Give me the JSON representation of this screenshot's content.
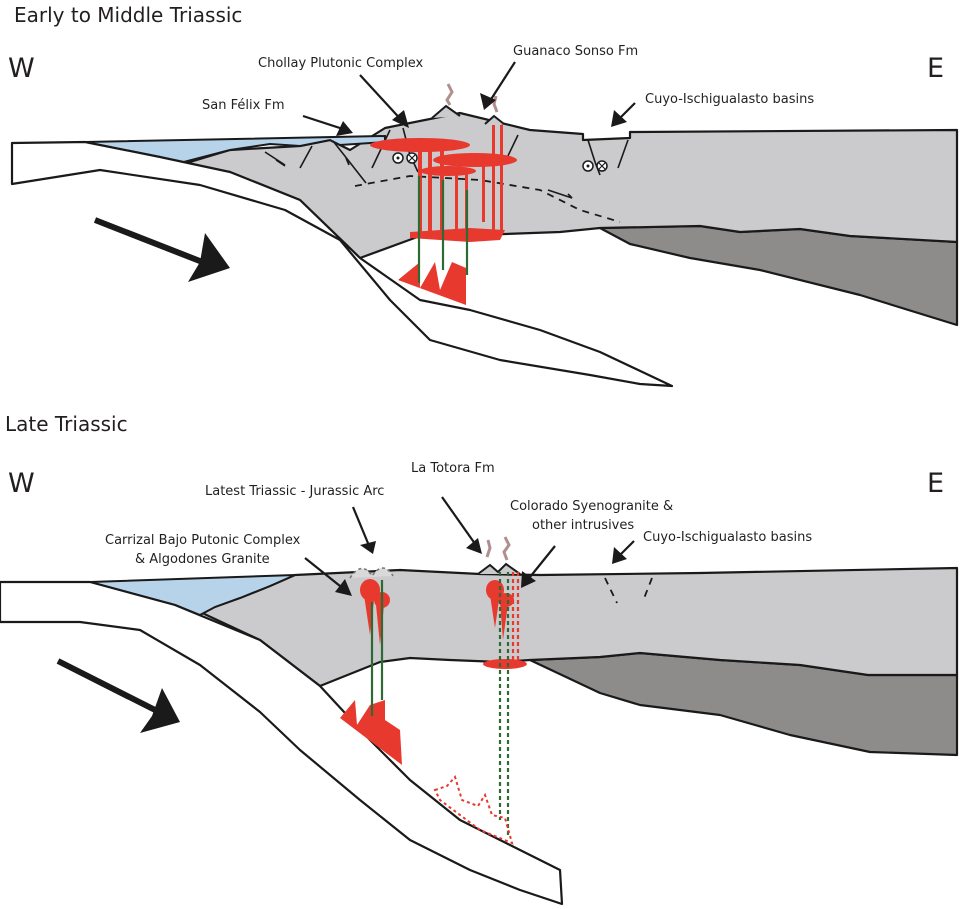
{
  "panels": [
    {
      "title": "Early to Middle Triassic",
      "west_label": "W",
      "east_label": "E",
      "annotations": [
        "Chollay Plutonic Complex",
        "Guanaco Sonso Fm",
        "San Félix Fm",
        "Cuyo-Ischigualasto basins"
      ]
    },
    {
      "title": "Late Triassic",
      "west_label": "W",
      "east_label": "E",
      "annotations": [
        "La Totora Fm",
        "Latest Triassic - Jurassic Arc",
        "Colorado Syenogranite &",
        "other intrusives",
        "Carrizal Bajo Putonic Complex",
        "& Algodones Granite",
        "Cuyo-Ischigualasto basins"
      ]
    }
  ],
  "colors": {
    "crust": "#cbcacd",
    "lithosphere": "#8e8b8b",
    "sea": "#b7d3ea",
    "magma": "#e8392f",
    "feeder": "#2e6b34",
    "plume": "#b08f8f",
    "outline": "#1a1a1a"
  }
}
